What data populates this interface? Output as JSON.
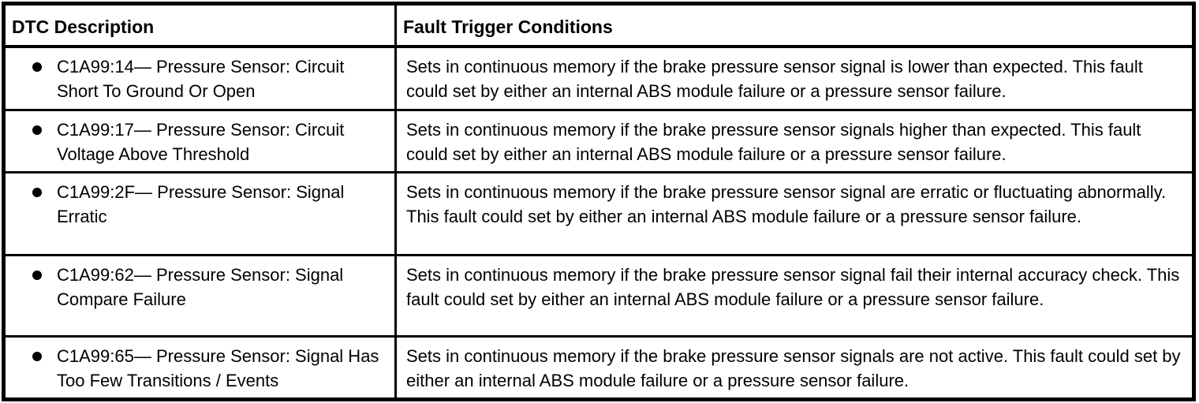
{
  "table": {
    "columns": [
      {
        "header": "DTC Description"
      },
      {
        "header": "Fault Trigger Conditions"
      }
    ],
    "rows": [
      {
        "dtc": "C1A99:14— Pressure Sensor: Circuit Short To Ground Or Open",
        "condition": "Sets in continuous memory if the brake pressure sensor signal is lower than expected. This fault could set by either an internal ABS module failure or a pressure sensor failure."
      },
      {
        "dtc": "C1A99:17— Pressure Sensor: Circuit Voltage Above Threshold",
        "condition": "Sets in continuous memory if the brake pressure sensor signals higher than expected. This fault could set by either an internal ABS module failure or a pressure sensor failure."
      },
      {
        "dtc": "C1A99:2F— Pressure Sensor: Signal Erratic",
        "condition": "Sets in continuous memory if the brake pressure sensor signal are erratic or fluctuating abnormally. This fault could set by either an internal ABS module failure or a pressure sensor failure."
      },
      {
        "dtc": "C1A99:62— Pressure Sensor: Signal Compare Failure",
        "condition": "Sets in continuous memory if the brake pressure sensor signal fail their internal accuracy check. This fault could set by either an internal ABS module failure or a pressure sensor failure."
      },
      {
        "dtc": "C1A99:65— Pressure Sensor: Signal Has Too Few Transitions / Events",
        "condition": "Sets in continuous memory if the brake pressure sensor signals are not active. This fault could set by either an internal ABS module failure or a pressure sensor failure."
      }
    ]
  }
}
